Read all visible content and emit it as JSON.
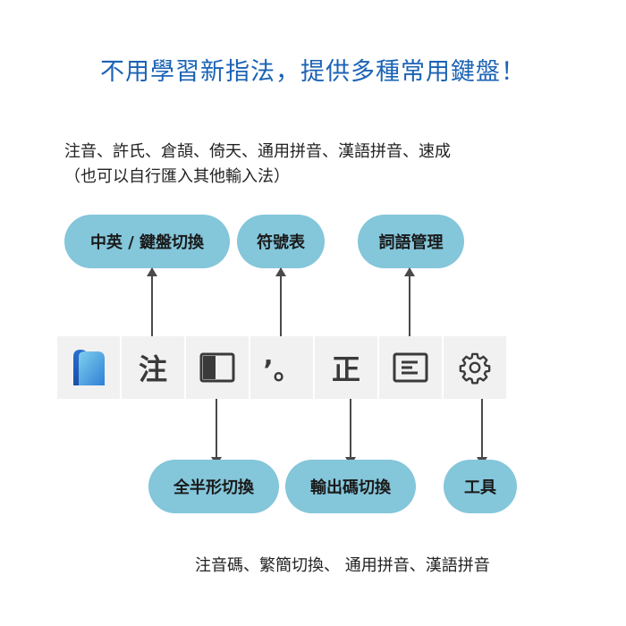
{
  "headline": "不用學習新指法，提供多種常用鍵盤！",
  "ime_list": {
    "line1": "注音、許氏、倉頡、倚天、通用拼音、漢語拼音、速成",
    "line2": "（也可以自行匯入其他輸入法）"
  },
  "labels": {
    "lang_switch": "中英 / 鍵盤切換",
    "symbols": "符號表",
    "phrase_manager": "詞語管理",
    "width_switch": "全半形切換",
    "output_switch": "輸出碼切換",
    "tools": "工具"
  },
  "toolbar": {
    "zhuyin_glyph": "注",
    "punct_glyph": "’。",
    "output_glyph": "正"
  },
  "icons": {
    "app_logo": "app-logo-icon",
    "width_toggle": "half-filled-square-icon",
    "phrase": "text-lines-icon",
    "settings": "gear-icon"
  },
  "colors": {
    "headline": "#1b63b5",
    "pill": "#84c6da",
    "toolbar_bg": "#f1f1f1"
  },
  "footnote": "注音碼、繁簡切換、 通用拼音、漢語拼音"
}
